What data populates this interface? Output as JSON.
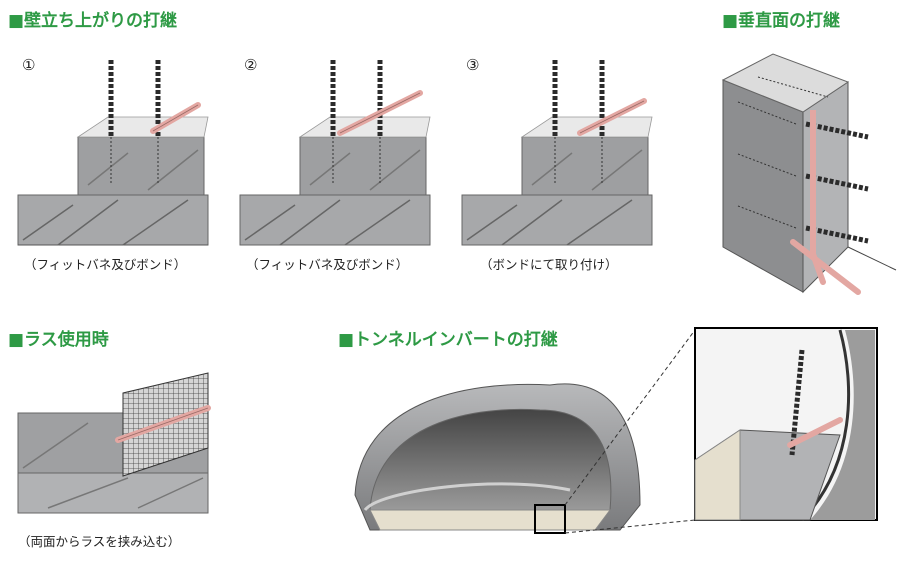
{
  "headings": {
    "wall_joint": "■壁立ち上がりの打継",
    "vertical_joint": "■垂直面の打継",
    "lath": "■ラス使用時",
    "tunnel": "■トンネルインバートの打継"
  },
  "steps": [
    {
      "number": "①",
      "caption": "（フィットバネ及びボンド）"
    },
    {
      "number": "②",
      "caption": "（フィットバネ及びボンド）"
    },
    {
      "number": "③",
      "caption": "（ボンドにて取り付け）"
    }
  ],
  "lath_caption": "（両面からラスを挟み込む）",
  "colors": {
    "heading_green": "#2e9a45",
    "concrete": "#a7a8aa",
    "concrete_dark": "#8e8f91",
    "rebar": "#2b2b2b",
    "waterstop": "#e3a7a2",
    "invert_fill": "#e5dfce",
    "mesh": "#3a3a3a"
  }
}
